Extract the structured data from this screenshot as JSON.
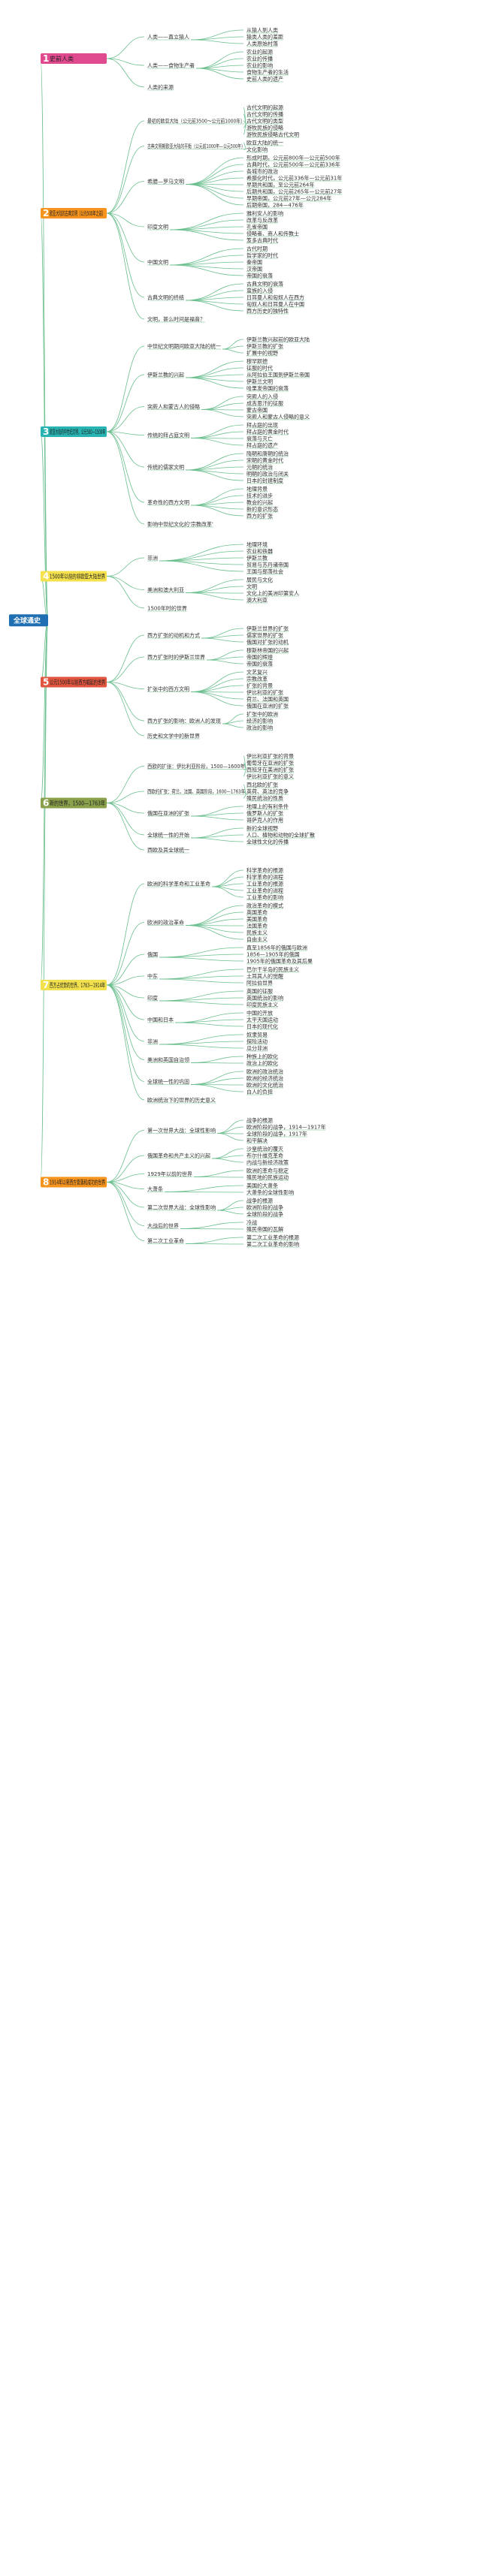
{
  "root": {
    "label": "全球通史"
  },
  "colors": {
    "root": "#1f6fb2",
    "b1": "#e04a8f",
    "b2": "#f7941d",
    "b3": "#27b4b2",
    "b4": "#f5e14d",
    "b5": "#e2553f",
    "b6": "#8aa04a",
    "b7": "#f2e14c",
    "b8": "#f7941d",
    "link": "#6bbf8e"
  },
  "branches": [
    {
      "num": "1",
      "label": "史前人类",
      "children": [
        {
          "label": "人类——直立猿人",
          "children": [
            {
              "label": "从猿人到人类"
            },
            {
              "label": "猿类人类的差距"
            },
            {
              "label": "人类原始村落"
            }
          ]
        },
        {
          "label": "人类——食物生产者",
          "children": [
            {
              "label": "农业的起源"
            },
            {
              "label": "农业的传播"
            },
            {
              "label": "农业的影响"
            },
            {
              "label": "食物生产者的生活"
            },
            {
              "label": "史前人类的遗产"
            }
          ]
        },
        {
          "label": "人类的来源"
        }
      ]
    },
    {
      "num": "2",
      "label": "欧亚大陆的古典文明（公元500年之前）",
      "children": [
        {
          "label": "最初的欧亚大陆（公元前3500～公元前1000年）",
          "children": [
            {
              "label": "古代文明的起源"
            },
            {
              "label": "古代文明的传播"
            },
            {
              "label": "古代文明的类型"
            },
            {
              "label": "游牧民族的侵略"
            },
            {
              "label": "游牧民族侵略古代文明"
            }
          ]
        },
        {
          "label": "古典文明期欧亚大陆的平衡（公元前1000年—公元500年）",
          "children": [
            {
              "label": "欧亚大陆的统一"
            },
            {
              "label": "文化影响"
            }
          ]
        },
        {
          "label": "希腊—罗马文明",
          "children": [
            {
              "label": "形成时期，公元前800年—公元前500年"
            },
            {
              "label": "古典时代，公元前500年—公元前336年"
            },
            {
              "label": "各城市的政治"
            },
            {
              "label": "希腊化时代，公元前336年—公元前31年"
            },
            {
              "label": "早期共和国，至公元前264年"
            },
            {
              "label": "后期共和国，公元前265年—公元前27年"
            },
            {
              "label": "早期帝国，公元前27年—公元284年"
            },
            {
              "label": "后期帝国，284—476年"
            }
          ]
        },
        {
          "label": "印度文明",
          "children": [
            {
              "label": "雅利安人的影响"
            },
            {
              "label": "改革与反改革"
            },
            {
              "label": "孔雀帝国"
            },
            {
              "label": "侵略者、商人和传教士"
            },
            {
              "label": "笈多古典时代"
            }
          ]
        },
        {
          "label": "中国文明",
          "children": [
            {
              "label": "古代时期"
            },
            {
              "label": "哲学家的时代"
            },
            {
              "label": "秦帝国"
            },
            {
              "label": "汉帝国"
            },
            {
              "label": "帝国的衰落"
            }
          ]
        },
        {
          "label": "古典文明的终结",
          "children": [
            {
              "label": "古典文明的衰落"
            },
            {
              "label": "蛮族的入侵"
            },
            {
              "label": "日耳曼人和匈奴人在西方"
            },
            {
              "label": "匈奴人和日耳曼人在中国"
            },
            {
              "label": "西方历史的独特性"
            }
          ]
        },
        {
          "label": "文明，甚么时间是福音？"
        }
      ]
    },
    {
      "num": "3",
      "label": "欧亚大陆的中世纪文明，公元500—1500年",
      "children": [
        {
          "label": "中世纪文明期间欧亚大陆的统一",
          "children": [
            {
              "label": "伊斯兰教兴起前的欧亚大陆"
            },
            {
              "label": "伊斯兰教的扩张"
            },
            {
              "label": "扩展中的视野"
            }
          ]
        },
        {
          "label": "伊斯兰教的兴起",
          "children": [
            {
              "label": "穆罕默德"
            },
            {
              "label": "征服的时代"
            },
            {
              "label": "从阿拉伯王国到伊斯兰帝国"
            },
            {
              "label": "伊斯兰文明"
            },
            {
              "label": "哈里发帝国的衰落"
            }
          ]
        },
        {
          "label": "突厥人和蒙古人的侵略",
          "children": [
            {
              "label": "突厥人的入侵"
            },
            {
              "label": "成吉思汗的征服"
            },
            {
              "label": "蒙古帝国"
            },
            {
              "label": "突厥人和蒙古人侵略的意义"
            }
          ]
        },
        {
          "label": "传统的拜占庭文明",
          "children": [
            {
              "label": "拜占庭的出现"
            },
            {
              "label": "拜占庭的黄金时代"
            },
            {
              "label": "衰落与灭亡"
            },
            {
              "label": "拜占庭的遗产"
            }
          ]
        },
        {
          "label": "传统的儒家文明",
          "children": [
            {
              "label": "隋朝和唐朝的统治"
            },
            {
              "label": "宋朝的黄金时代"
            },
            {
              "label": "元朝的统治"
            },
            {
              "label": "明朝的政治与闭关"
            },
            {
              "label": "日本的封建制度"
            }
          ]
        },
        {
          "label": "革命性的西方文明",
          "children": [
            {
              "label": "地理背景"
            },
            {
              "label": "技术的进步"
            },
            {
              "label": "教会的兴起"
            },
            {
              "label": "新的意识形态"
            },
            {
              "label": "西方的扩张"
            }
          ]
        },
        {
          "label": "影响中世纪文化的'宗教改革'"
        }
      ]
    },
    {
      "num": "4",
      "label": "1500年以前的非欧亚大陆世界",
      "children": [
        {
          "label": "非洲",
          "children": [
            {
              "label": "地理环境"
            },
            {
              "label": "农业和铁器"
            },
            {
              "label": "伊斯兰教"
            },
            {
              "label": "贸易与苏丹诸帝国"
            },
            {
              "label": "王国与部落社会"
            }
          ]
        },
        {
          "label": "美洲和澳大利亚",
          "children": [
            {
              "label": "居民与文化"
            },
            {
              "label": "文明"
            },
            {
              "label": "文化上的美洲印第安人"
            },
            {
              "label": "澳大利亚"
            }
          ]
        },
        {
          "label": "1500年时的世界"
        }
      ]
    },
    {
      "num": "5",
      "label": "公元1500年以前西方崛起的世界",
      "children": [
        {
          "label": "西方扩张的动机和方式",
          "children": [
            {
              "label": "伊斯兰世界的扩张"
            },
            {
              "label": "儒家世界的扩张"
            },
            {
              "label": "俄国对扩张的动机"
            }
          ]
        },
        {
          "label": "西方扩张时的伊斯兰世界",
          "children": [
            {
              "label": "穆斯林帝国的兴起"
            },
            {
              "label": "帝国的辉煌"
            },
            {
              "label": "帝国的衰落"
            }
          ]
        },
        {
          "label": "扩张中的西方文明",
          "children": [
            {
              "label": "文艺复兴"
            },
            {
              "label": "宗教改革"
            },
            {
              "label": "扩张的背景"
            },
            {
              "label": "伊比利亚的扩张"
            },
            {
              "label": "荷兰、法国和英国"
            },
            {
              "label": "俄国在亚洲的扩张"
            }
          ]
        },
        {
          "label": "西方扩张的影响：欧洲人的发现",
          "children": [
            {
              "label": "扩张中的欧洲"
            },
            {
              "label": "经济的影响"
            },
            {
              "label": "政治的影响"
            }
          ]
        },
        {
          "label": "历史和文学中的新世界"
        }
      ]
    },
    {
      "num": "6",
      "label": "新的世界，1500—1763年",
      "children": [
        {
          "label": "西欧的扩张：伊比利亚阶段，1500—1600年",
          "children": [
            {
              "label": "伊比利亚扩张的背景"
            },
            {
              "label": "葡萄牙在亚洲的扩张"
            },
            {
              "label": "西班牙在美洲的扩张"
            },
            {
              "label": "伊比利亚扩张的意义"
            }
          ]
        },
        {
          "label": "西欧的扩张：荷兰、法国、英国阶段，1600—1763年",
          "children": [
            {
              "label": "西北欧的扩张"
            },
            {
              "label": "英荷、英法的竞争"
            },
            {
              "label": "殖民统治的性质"
            }
          ]
        },
        {
          "label": "俄国在亚洲的扩张",
          "children": [
            {
              "label": "地理上的有利条件"
            },
            {
              "label": "俄罗斯人的扩张"
            },
            {
              "label": "哥萨克人的作用"
            }
          ]
        },
        {
          "label": "全球统一性的开始",
          "children": [
            {
              "label": "新的全球视野"
            },
            {
              "label": "人口、植物和动物的全球扩散"
            },
            {
              "label": "全球性文化的传播"
            }
          ]
        },
        {
          "label": "西欧及其全球统一"
        }
      ]
    },
    {
      "num": "7",
      "label": "西方占优势的世界，1763—1914年",
      "children": [
        {
          "label": "欧洲的科学革命和工业革命",
          "children": [
            {
              "label": "科学革命的根源"
            },
            {
              "label": "科学革命的进程"
            },
            {
              "label": "工业革命的根源"
            },
            {
              "label": "工业革命的进程"
            },
            {
              "label": "工业革命的影响"
            }
          ]
        },
        {
          "label": "欧洲的政治革命",
          "children": [
            {
              "label": "政治革命的模式"
            },
            {
              "label": "英国革命"
            },
            {
              "label": "美国革命"
            },
            {
              "label": "法国革命"
            },
            {
              "label": "民族主义"
            },
            {
              "label": "自由主义"
            }
          ]
        },
        {
          "label": "俄国",
          "children": [
            {
              "label": "直至1856年的俄国与欧洲"
            },
            {
              "label": "1856—1905年的俄国"
            },
            {
              "label": "1905年的俄国革命及其后果"
            }
          ]
        },
        {
          "label": "中东",
          "children": [
            {
              "label": "巴尔干半岛的民族主义"
            },
            {
              "label": "土耳其人的觉醒"
            },
            {
              "label": "阿拉伯世界"
            }
          ]
        },
        {
          "label": "印度",
          "children": [
            {
              "label": "英国的征服"
            },
            {
              "label": "英国统治的影响"
            },
            {
              "label": "印度民族主义"
            }
          ]
        },
        {
          "label": "中国和日本",
          "children": [
            {
              "label": "中国的开放"
            },
            {
              "label": "太平天国运动"
            },
            {
              "label": "日本的现代化"
            }
          ]
        },
        {
          "label": "非洲",
          "children": [
            {
              "label": "奴隶贸易"
            },
            {
              "label": "探险活动"
            },
            {
              "label": "瓜分非洲"
            }
          ]
        },
        {
          "label": "美洲和英国自治领",
          "children": [
            {
              "label": "种族上的欧化"
            },
            {
              "label": "政治上的欧化"
            }
          ]
        },
        {
          "label": "全球统一性的巩固",
          "children": [
            {
              "label": "欧洲的政治统治"
            },
            {
              "label": "欧洲的经济统治"
            },
            {
              "label": "欧洲的文化统治"
            },
            {
              "label": "白人的负担"
            }
          ]
        },
        {
          "label": "欧洲统治下的世界的历史意义"
        }
      ]
    },
    {
      "num": "8",
      "label": "1914年以来西方衰落和成功的世界",
      "children": [
        {
          "label": "第一次世界大战：全球性影响",
          "children": [
            {
              "label": "战争的根源"
            },
            {
              "label": "欧洲阶段的战争，1914—1917年"
            },
            {
              "label": "全球阶段的战争，1917年"
            },
            {
              "label": "和平解决"
            }
          ]
        },
        {
          "label": "俄国革命和共产主义的兴起",
          "children": [
            {
              "label": "沙皇统治的覆灭"
            },
            {
              "label": "布尔什维克革命"
            },
            {
              "label": "内战与新经济政策"
            }
          ]
        },
        {
          "label": "1929年以前的世界",
          "children": [
            {
              "label": "欧洲的革命与稳定"
            },
            {
              "label": "殖民地的民族运动"
            }
          ]
        },
        {
          "label": "大萧条",
          "children": [
            {
              "label": "美国的大萧条"
            },
            {
              "label": "大萧条的全球性影响"
            }
          ]
        },
        {
          "label": "第二次世界大战：全球性影响",
          "children": [
            {
              "label": "战争的根源"
            },
            {
              "label": "欧洲阶段的战争"
            },
            {
              "label": "全球阶段的战争"
            }
          ]
        },
        {
          "label": "大战后的世界",
          "children": [
            {
              "label": "冷战"
            },
            {
              "label": "殖民帝国的瓦解"
            }
          ]
        },
        {
          "label": "第二次工业革命",
          "children": [
            {
              "label": "第二次工业革命的根源"
            },
            {
              "label": "第二次工业革命的影响"
            }
          ]
        }
      ]
    }
  ]
}
